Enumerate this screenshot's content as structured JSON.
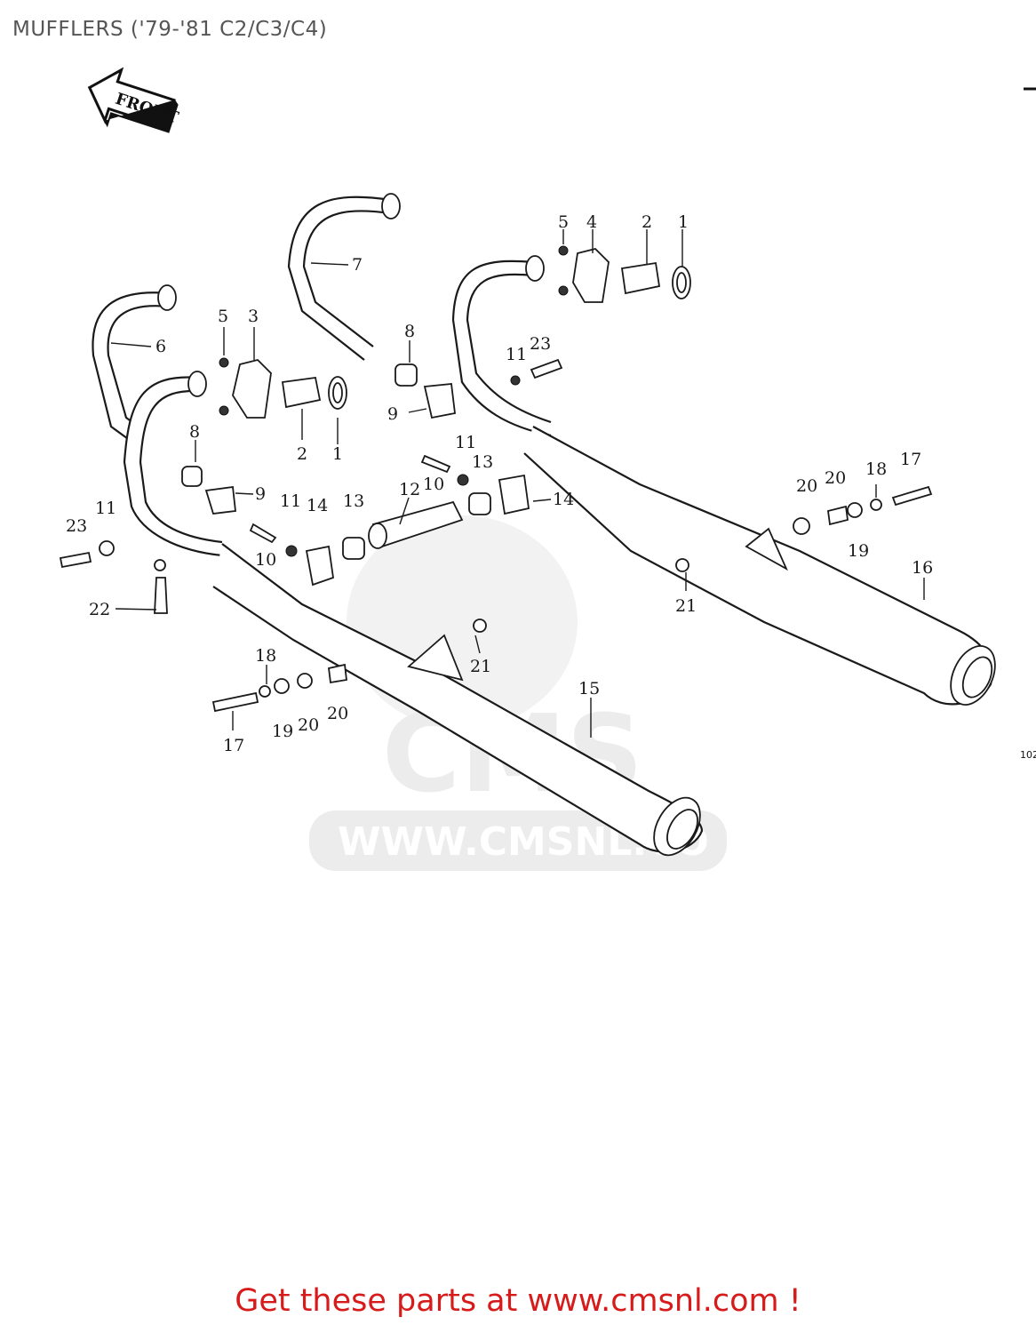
{
  "title": "MUFFLERS ('79-'81 C2/C3/C4)",
  "front_arrow_label": "FRONT",
  "figure_code": "102",
  "watermark": {
    "brand": "CMS",
    "url": "WWW.CMSNL.CO"
  },
  "footer_link": "Get these parts at www.cmsnl.com !",
  "callouts": [
    {
      "id": "c1a",
      "text": "1"
    },
    {
      "id": "c1b",
      "text": "1"
    },
    {
      "id": "c2a",
      "text": "2"
    },
    {
      "id": "c2b",
      "text": "2"
    },
    {
      "id": "c3",
      "text": "3"
    },
    {
      "id": "c4",
      "text": "4"
    },
    {
      "id": "c5a",
      "text": "5"
    },
    {
      "id": "c5b",
      "text": "5"
    },
    {
      "id": "c6",
      "text": "6"
    },
    {
      "id": "c7",
      "text": "7"
    },
    {
      "id": "c8a",
      "text": "8"
    },
    {
      "id": "c8b",
      "text": "8"
    },
    {
      "id": "c9a",
      "text": "9"
    },
    {
      "id": "c9b",
      "text": "9"
    },
    {
      "id": "c10a",
      "text": "10"
    },
    {
      "id": "c10b",
      "text": "10"
    },
    {
      "id": "c11a",
      "text": "11"
    },
    {
      "id": "c11b",
      "text": "11"
    },
    {
      "id": "c11c",
      "text": "11"
    },
    {
      "id": "c11d",
      "text": "11"
    },
    {
      "id": "c12",
      "text": "12"
    },
    {
      "id": "c13a",
      "text": "13"
    },
    {
      "id": "c13b",
      "text": "13"
    },
    {
      "id": "c14a",
      "text": "14"
    },
    {
      "id": "c14b",
      "text": "14"
    },
    {
      "id": "c15",
      "text": "15"
    },
    {
      "id": "c16",
      "text": "16"
    },
    {
      "id": "c17a",
      "text": "17"
    },
    {
      "id": "c17b",
      "text": "17"
    },
    {
      "id": "c18a",
      "text": "18"
    },
    {
      "id": "c18b",
      "text": "18"
    },
    {
      "id": "c19a",
      "text": "19"
    },
    {
      "id": "c19b",
      "text": "19"
    },
    {
      "id": "c20a",
      "text": "20"
    },
    {
      "id": "c20b",
      "text": "20"
    },
    {
      "id": "c20c",
      "text": "20"
    },
    {
      "id": "c20d",
      "text": "20"
    },
    {
      "id": "c21a",
      "text": "21"
    },
    {
      "id": "c21b",
      "text": "21"
    },
    {
      "id": "c22",
      "text": "22"
    },
    {
      "id": "c23a",
      "text": "23"
    },
    {
      "id": "c23b",
      "text": "23"
    }
  ]
}
